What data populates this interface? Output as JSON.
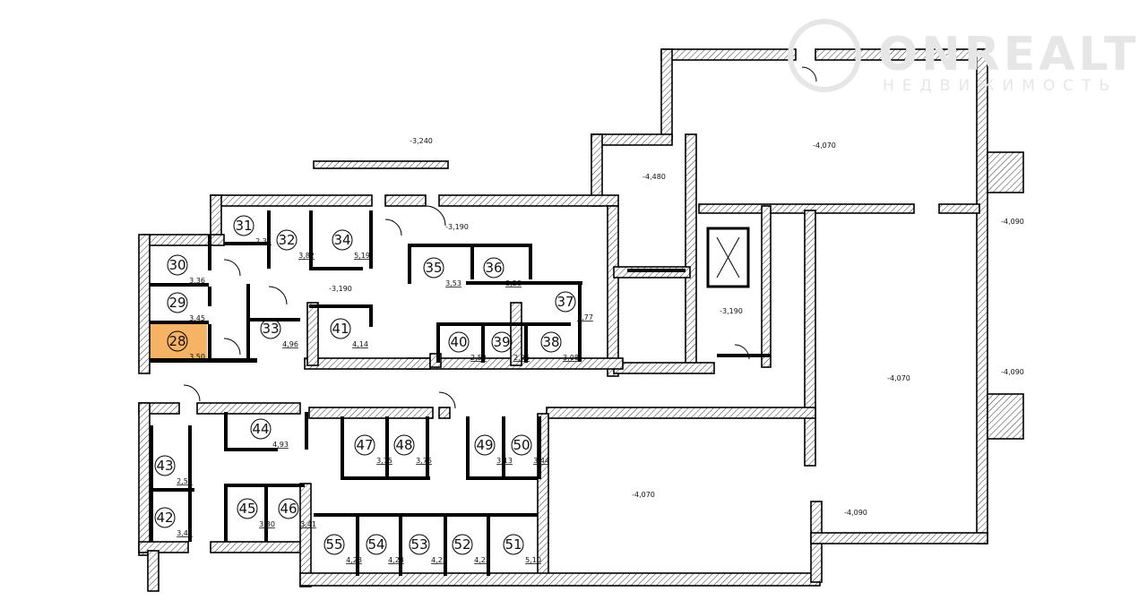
{
  "watermark": {
    "brand": "ONREALT",
    "subtitle": "НЕДВИЖИМОСТЬ"
  },
  "highlight_color": "#F5B363",
  "selected_room": "28",
  "rooms": [
    {
      "number": "28",
      "area": "3,50",
      "selected": true
    },
    {
      "number": "29",
      "area": "3,45"
    },
    {
      "number": "30",
      "area": "3,36"
    },
    {
      "number": "31",
      "area": "2,34"
    },
    {
      "number": "32",
      "area": "3,82"
    },
    {
      "number": "33",
      "area": "4,96"
    },
    {
      "number": "34",
      "area": "5,19"
    },
    {
      "number": "35",
      "area": "3,53"
    },
    {
      "number": "36",
      "area": "3,23"
    },
    {
      "number": "37",
      "area": "1,77"
    },
    {
      "number": "38",
      "area": "3,08"
    },
    {
      "number": "39",
      "area": "2,26"
    },
    {
      "number": "40",
      "area": "2,52"
    },
    {
      "number": "41",
      "area": "4,14"
    },
    {
      "number": "42",
      "area": "3,41"
    },
    {
      "number": "43",
      "area": "2,51"
    },
    {
      "number": "44",
      "area": "4,93"
    },
    {
      "number": "45",
      "area": "3,30"
    },
    {
      "number": "46",
      "area": "3,41"
    },
    {
      "number": "47",
      "area": "3,75"
    },
    {
      "number": "48",
      "area": "3,75"
    },
    {
      "number": "49",
      "area": "3,13"
    },
    {
      "number": "50",
      "area": "3,44"
    },
    {
      "number": "51",
      "area": "5,10"
    },
    {
      "number": "52",
      "area": "4,23"
    },
    {
      "number": "53",
      "area": "4,23"
    },
    {
      "number": "54",
      "area": "4,23"
    },
    {
      "number": "55",
      "area": "4,23"
    }
  ],
  "levels": [
    "-3,240",
    "-3,190",
    "-3,190",
    "-4,480",
    "-4,070",
    "-4,090",
    "-4,090",
    "-4,070",
    "-3,190",
    "-4,070",
    "-4,090"
  ]
}
